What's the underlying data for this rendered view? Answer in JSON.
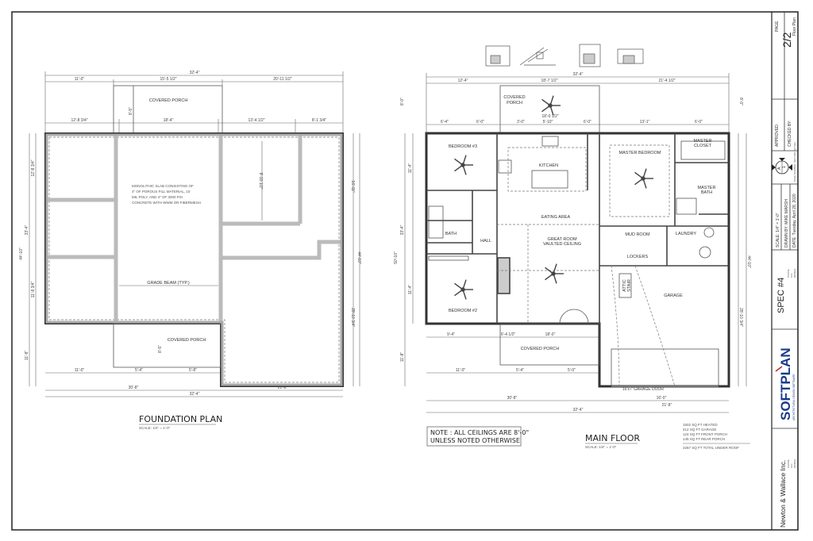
{
  "foundation": {
    "title": "FOUNDATION PLAN",
    "scale": "SCALE: 1/4\" = 1'-0\"",
    "slab_note": [
      "MONOLITHIC SLAB CONSISTING OF",
      "4\" OF POROUS FILL MATERIAL, 10",
      "MIL POLY, AND 4\" OF 3000 PSI",
      "CONCRETE WITH WWM OR FIBERMESH"
    ],
    "grade_beam": "GRADE BEAM (TYP.)",
    "porch_front": "COVERED PORCH",
    "porch_rear": "COVERED PORCH",
    "porch_depth_front": "8'-5\"",
    "porch_depth_rear": "8'-5\"",
    "dims_top_overall": "32'-4\"",
    "dims_top": [
      "11'-0\"",
      "15'-5 1/2\"",
      "20'-11 1/2\""
    ],
    "dims_top2": [
      "12'-8 3/4\"",
      "18'-4\"",
      "13'-4 1/2\"",
      "8'-1 3/4\""
    ],
    "dims_bottom1": [
      "11'-0\"",
      "5'-4\"",
      "5'-8\""
    ],
    "dims_bottom2": [
      "30'-8\"",
      "21'-8\""
    ],
    "dims_bottom_overall": "32'-4\"",
    "dims_left": [
      "12'-8 3/4\"",
      "33'-4\"",
      "11'-8 3/4\"",
      "44'-10\"",
      "11'-8\""
    ],
    "dims_right": [
      "16'-11\"",
      "44'-10\"",
      "28'-10 3/4\"",
      "9'-10 1/2\""
    ]
  },
  "main_floor": {
    "title": "MAIN FLOOR",
    "scale": "SCALE: 1/4\" = 1'-0\"",
    "note": [
      "NOTE : ALL CEILINGS ARE 8'-0\"",
      "UNLESS NOTED OTHERWISE"
    ],
    "areas": [
      "1502 SQ FT HEATED",
      "412 SQ FT GARAGE",
      "124 SQ FT FRONT PORCH",
      "145 SQ FT REAR PORCH"
    ],
    "area_total": "2267 SQ FT TOTAL UNDER ROOF",
    "rooms": {
      "bedroom3": "BEDROOM #3",
      "kitchen": "KITCHEN",
      "master_bedroom": "MASTER BEDROOM",
      "master_closet": [
        "MASTER",
        "CLOSET"
      ],
      "master_bath": [
        "MASTER",
        "BATH"
      ],
      "eating_area": "EATING AREA",
      "bath": "BATH",
      "hall": "HALL",
      "great_room": [
        "GREAT ROOM",
        "VAULTED CEILING"
      ],
      "mud_room": "MUD ROOM",
      "laundry": "LAUNDRY",
      "lockers": "LOCKERS",
      "attic_stair": [
        "ATTIC",
        "STAIR"
      ],
      "garage": "GARAGE",
      "bedroom2": "BEDROOM #2",
      "porch_front": "COVERED PORCH",
      "porch_rear": [
        "COVERED",
        "PORCH"
      ],
      "garage_door": "16'x7' GARAGE DOOR"
    },
    "dims_top_overall": "32'-4\"",
    "dims_top": [
      "12'-4\"",
      "18'-7 1/2\"",
      "21'-4 1/2\""
    ],
    "dims_top2": [
      "6'-4\"",
      "6'-0\"",
      "3'-0\"",
      "5'-10\"",
      "6'-0\"",
      "13'-1\"",
      "6'-0\""
    ],
    "dims_porch": "18'-0 1/2\"",
    "dims_bottom1": [
      "9'-4\"",
      "6'-4 1/2\"",
      "18'-0\""
    ],
    "dims_bottom2": [
      "11'-0\"",
      "5'-4\"",
      "5'-0\""
    ],
    "dims_bottom3": [
      "30'-8\"",
      "16'-0\"",
      "21'-8\""
    ],
    "dims_bottom_overall": "32'-4\"",
    "dims_left": [
      "8'-0\"",
      "11'-4\"",
      "33'-4\"",
      "11'-4\"",
      "50'-10\"",
      "11'-8\""
    ],
    "dims_right": [
      "8'-0\"",
      "44'-10\"",
      "28'-10 3/4\""
    ]
  },
  "title_block": {
    "page_label": "PAGE",
    "page": "2/2",
    "sheet_name": "Floor Plan",
    "approved": "APPROVED:",
    "checked": "CHECKED BY:",
    "scale": "SCALE:  1/4\" = 1'-0\"",
    "drawn_by": "DRAWN BY: MIKE MARSH",
    "date": "DATE: Tuesday, April 28, 2020",
    "section_label": "SECTION LETTER",
    "page_number_label": "PAGE NUMBER",
    "compass_letter": "A",
    "compass_number": "1",
    "plan_name": "SPEC #4",
    "phone": "PHONE",
    "fax": "FAX",
    "mobile": "MOBILE",
    "logo_text": "SOFTPLAN",
    "logo_sub": "ARCHITECTURAL DESIGN SOFTWARE",
    "company": "Newton & Wallace Inc.",
    "logo_color": "#1a3a8a",
    "logo_accent": "#c0272d"
  }
}
